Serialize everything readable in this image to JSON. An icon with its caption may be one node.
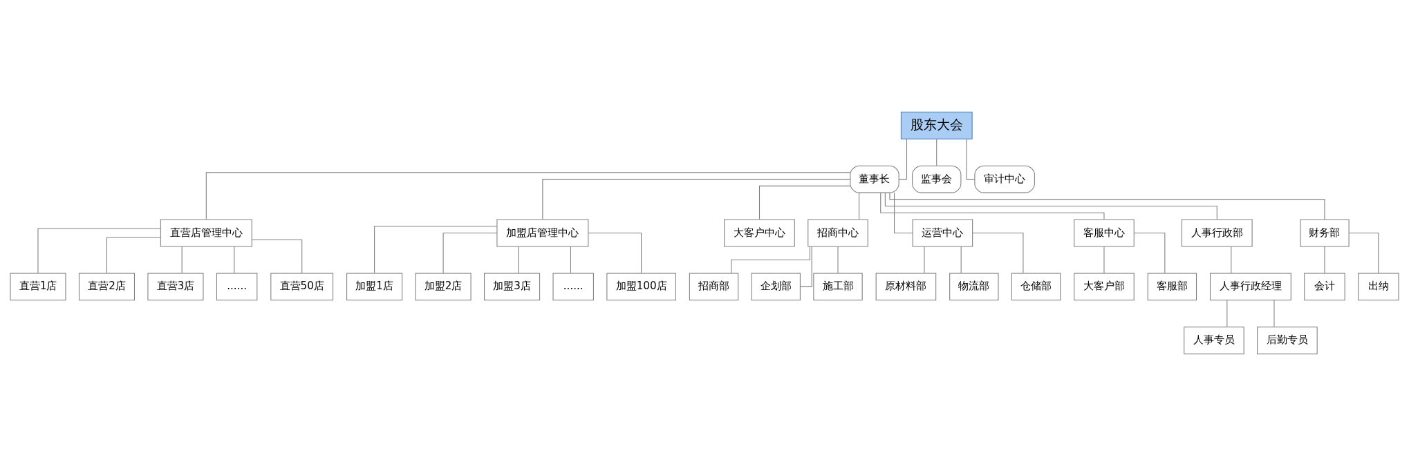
{
  "diagram": {
    "nodes": [
      {
        "text": [
          "股东大会"
        ]
      },
      {
        "text": [
          "董事长"
        ]
      },
      {
        "text": [
          "监事会"
        ]
      },
      {
        "text": [
          "审计中心"
        ]
      },
      {
        "text": [
          "直营店管理中心"
        ]
      },
      {
        "text": [
          "加盟店管理中心"
        ]
      },
      {
        "text": [
          "大客户中心"
        ]
      },
      {
        "text": [
          "招商中心"
        ]
      },
      {
        "text": [
          "运营中心"
        ]
      },
      {
        "text": [
          "客服中心"
        ]
      },
      {
        "text": [
          "人事行政部"
        ]
      },
      {
        "text": [
          "财务部"
        ]
      },
      {
        "text": [
          "直营1店"
        ]
      },
      {
        "text": [
          "直营2店"
        ]
      },
      {
        "text": [
          "直营3店"
        ]
      },
      {
        "text": [
          "......"
        ]
      },
      {
        "text": [
          "直营50店"
        ]
      },
      {
        "text": [
          "加盟1店"
        ]
      },
      {
        "text": [
          "加盟2店"
        ]
      },
      {
        "text": [
          "加盟3店"
        ]
      },
      {
        "text": [
          "......"
        ]
      },
      {
        "text": [
          "加盟100店"
        ]
      },
      {
        "text": [
          "招商部"
        ]
      },
      {
        "text": [
          "企划部"
        ]
      },
      {
        "text": [
          "施工部"
        ]
      },
      {
        "text": [
          "原材料部"
        ]
      },
      {
        "text": [
          "物流部"
        ]
      },
      {
        "text": [
          "仓储部"
        ]
      },
      {
        "text": [
          "大客户部"
        ]
      },
      {
        "text": [
          "客服部"
        ]
      },
      {
        "text": [
          "人事行政经理"
        ]
      },
      {
        "text": [
          "人事专员"
        ]
      },
      {
        "text": [
          "后勤专员"
        ]
      },
      {
        "text": [
          "会计"
        ]
      },
      {
        "text": [
          "出纳"
        ]
      }
    ],
    "edges": [
      {
        "from": 0,
        "to": 1,
        "arrow": "none"
      },
      {
        "from": 0,
        "to": 2,
        "arrow": "none"
      },
      {
        "from": 0,
        "to": 3,
        "arrow": "none"
      },
      {
        "from": 1,
        "to": 4,
        "arrow": "none"
      },
      {
        "from": 1,
        "to": 5,
        "arrow": "none"
      },
      {
        "from": 1,
        "to": 6,
        "arrow": "none"
      },
      {
        "from": 1,
        "to": 7,
        "arrow": "none"
      },
      {
        "from": 1,
        "to": 8,
        "arrow": "none"
      },
      {
        "from": 1,
        "to": 9,
        "arrow": "none"
      },
      {
        "from": 1,
        "to": 10,
        "arrow": "none"
      },
      {
        "from": 1,
        "to": 11,
        "arrow": "none"
      },
      {
        "from": 4,
        "to": 12,
        "arrow": "none"
      },
      {
        "from": 4,
        "to": 13,
        "arrow": "none"
      },
      {
        "from": 4,
        "to": 14,
        "arrow": "none"
      },
      {
        "from": 4,
        "to": 15,
        "arrow": "none"
      },
      {
        "from": 4,
        "to": 16,
        "arrow": "none"
      },
      {
        "from": 5,
        "to": 17,
        "arrow": "none"
      },
      {
        "from": 5,
        "to": 18,
        "arrow": "none"
      },
      {
        "from": 5,
        "to": 19,
        "arrow": "none"
      },
      {
        "from": 5,
        "to": 20,
        "arrow": "none"
      },
      {
        "from": 5,
        "to": 21,
        "arrow": "none"
      },
      {
        "from": 7,
        "to": 22,
        "arrow": "none"
      },
      {
        "from": 7,
        "to": 23,
        "arrow": "none"
      },
      {
        "from": 7,
        "to": 24,
        "arrow": "none"
      },
      {
        "from": 8,
        "to": 25,
        "arrow": "none"
      },
      {
        "from": 8,
        "to": 26,
        "arrow": "none"
      },
      {
        "from": 8,
        "to": 27,
        "arrow": "none"
      },
      {
        "from": 9,
        "to": 28,
        "arrow": "none"
      },
      {
        "from": 9,
        "to": 29,
        "arrow": "none"
      },
      {
        "from": 10,
        "to": 30,
        "arrow": "none"
      },
      {
        "from": 30,
        "to": 31,
        "arrow": "none"
      },
      {
        "from": 30,
        "to": 32,
        "arrow": "none"
      },
      {
        "from": 11,
        "to": 33,
        "arrow": "none"
      },
      {
        "from": 11,
        "to": 34,
        "arrow": "none"
      }
    ]
  }
}
